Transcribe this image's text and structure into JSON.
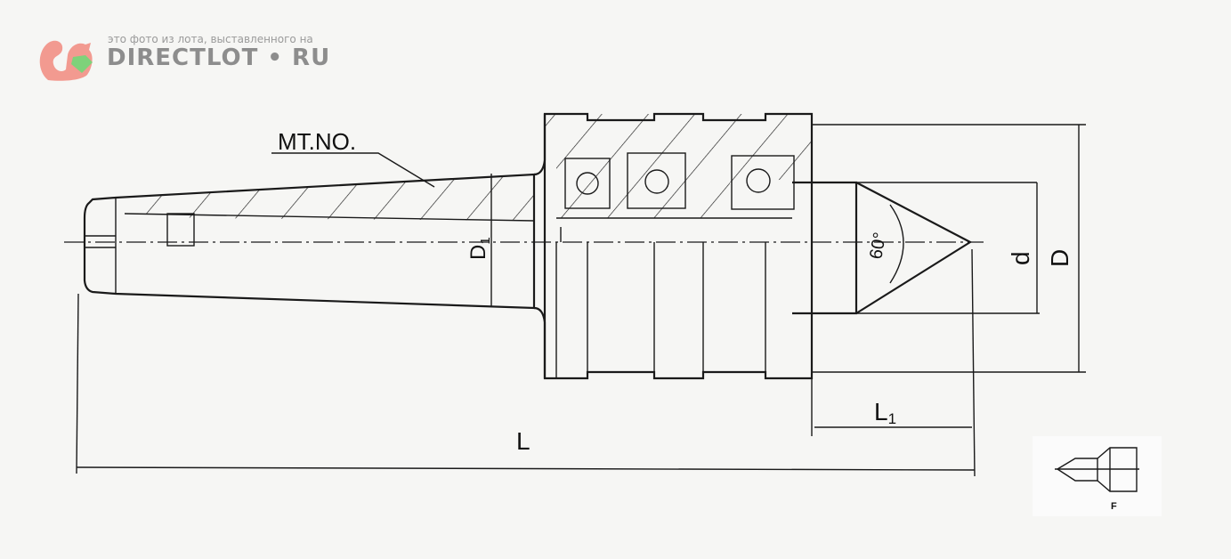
{
  "watermark": {
    "caption": "это фото из лота, выставленного на",
    "brand": "DIRECTLOT • RU",
    "logo": "squirrel-with-gem-logo",
    "colors": {
      "squirrel": "#f08a80",
      "gem": "#6fcf6a",
      "text": "#8d8d8d"
    }
  },
  "drawing": {
    "callout_taper": "MT.NO.",
    "dim_D1": "D",
    "dim_D1_sub": "1",
    "dim_angle": "60°",
    "dim_d": "d",
    "dim_D": "D",
    "dim_L": "L",
    "dim_L1": "L",
    "dim_L1_sub": "1",
    "inset_label": "F"
  }
}
